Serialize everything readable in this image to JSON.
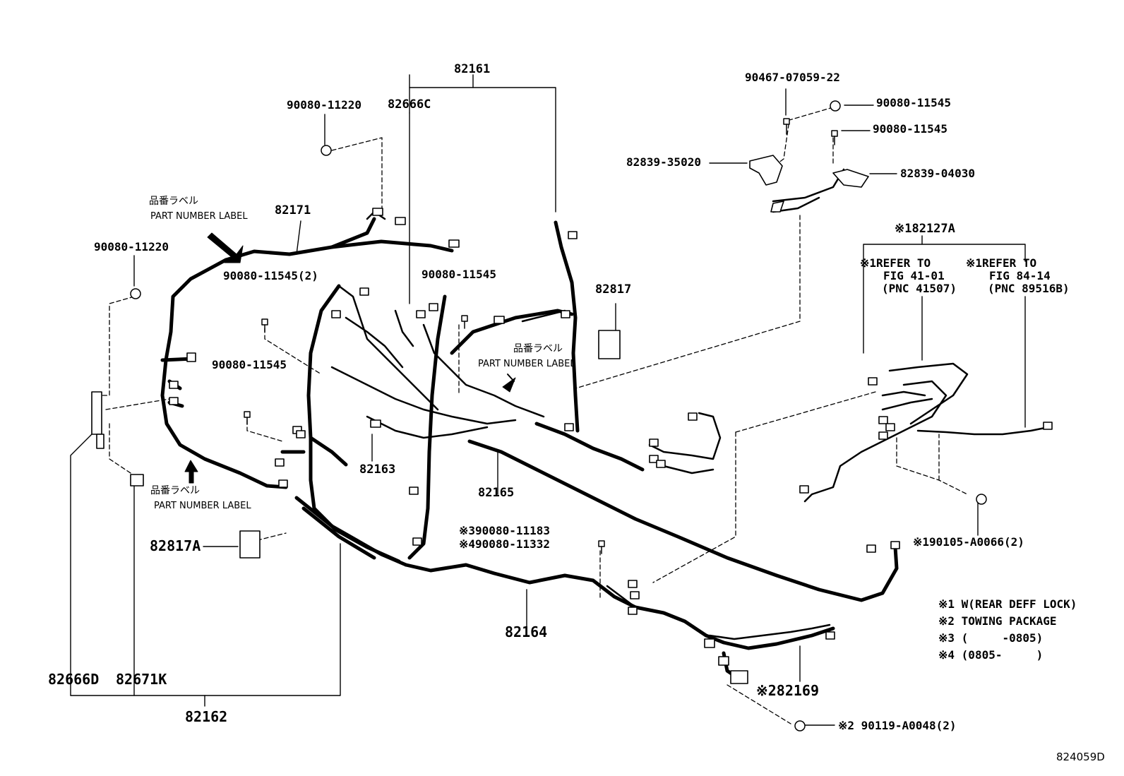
{
  "parts": {
    "p82161": "82161",
    "p82666C": "82666C",
    "p90080_11220_top": "90080-11220",
    "p90467": "90467-07059-22",
    "p90080_11545_a": "90080-11545",
    "p90080_11545_b": "90080-11545",
    "p82839_35020": "82839-35020",
    "p82839_04030": "82839-04030",
    "p82171": "82171",
    "p90080_11220_left": "90080-11220",
    "p90080_11545_2": "90080-11545(2)",
    "p90080_11545_mid": "90080-11545",
    "p82817": "82817",
    "p82127A": "※182127A",
    "p90080_11545_left": "90080-11545",
    "p82163": "82163",
    "p82165": "82165",
    "p82817A": "82817A",
    "p90080_11183": "※390080-11183",
    "p90080_11332": "※490080-11332",
    "p90105": "※190105-A0066(2)",
    "p82164": "82164",
    "p82169": "※282169",
    "p90119": "※2 90119-A0048(2)",
    "p82666D": "82666D",
    "p82671K": "82671K",
    "p82162": "82162"
  },
  "labels": {
    "label_jp_1": "品番ラベル",
    "label_en_1": "PART NUMBER LABEL",
    "label_jp_2": "品番ラベル",
    "label_en_2": "PART NUMBER LABEL",
    "label_jp_3": "品番ラベル",
    "label_en_3": "PART NUMBER LABEL"
  },
  "refs": {
    "ref1_line1": "※1REFER TO",
    "ref1_line2": "FIG 41-01",
    "ref1_line3": "(PNC 41507)",
    "ref2_line1": "※1REFER TO",
    "ref2_line2": "FIG 84-14",
    "ref2_line3": "(PNC 89516B)"
  },
  "notes": [
    "※1 W(REAR DEFF LOCK)",
    "※2 TOWING PACKAGE",
    "※3 (     -0805)",
    "※4 (0805-     )"
  ],
  "figure_id": "824059D"
}
